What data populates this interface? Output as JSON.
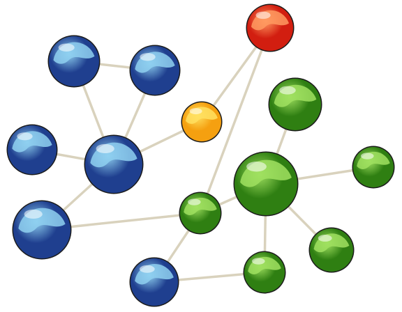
{
  "diagram": {
    "type": "network-graph",
    "colors": {
      "blue": "#1f3f8f",
      "blue_light": "#8fd0f0",
      "orange": "#f5a010",
      "orange_light": "#ffe060",
      "red": "#d21e10",
      "red_light": "#ff9a60",
      "green": "#2f7f12",
      "green_light": "#a0e060",
      "edge": "#d9d2bd",
      "background": "#ffffff"
    },
    "nodes": [
      {
        "id": "blue-top-left",
        "color": "blue",
        "role": "leaf"
      },
      {
        "id": "blue-top-right",
        "color": "blue",
        "role": "leaf"
      },
      {
        "id": "blue-mid-left",
        "color": "blue",
        "role": "leaf"
      },
      {
        "id": "blue-hub",
        "color": "blue",
        "role": "hub"
      },
      {
        "id": "blue-bottom-left",
        "color": "blue",
        "role": "leaf"
      },
      {
        "id": "blue-bottom",
        "color": "blue",
        "role": "leaf"
      },
      {
        "id": "orange-connector",
        "color": "orange",
        "role": "bridge"
      },
      {
        "id": "red-top",
        "color": "red",
        "role": "bridge"
      },
      {
        "id": "green-top",
        "color": "green",
        "role": "leaf"
      },
      {
        "id": "green-hub",
        "color": "green",
        "role": "hub"
      },
      {
        "id": "green-right",
        "color": "green",
        "role": "leaf"
      },
      {
        "id": "green-small-hub",
        "color": "green",
        "role": "hub"
      },
      {
        "id": "green-bottom-right",
        "color": "green",
        "role": "leaf"
      },
      {
        "id": "green-bottom",
        "color": "green",
        "role": "leaf"
      }
    ],
    "edges": [
      [
        "blue-top-left",
        "blue-top-right"
      ],
      [
        "blue-top-left",
        "blue-hub"
      ],
      [
        "blue-top-right",
        "blue-hub"
      ],
      [
        "blue-mid-left",
        "blue-hub"
      ],
      [
        "blue-hub",
        "blue-bottom-left"
      ],
      [
        "blue-hub",
        "orange-connector"
      ],
      [
        "orange-connector",
        "red-top"
      ],
      [
        "red-top",
        "green-small-hub"
      ],
      [
        "blue-bottom-left",
        "green-small-hub"
      ],
      [
        "green-small-hub",
        "green-hub"
      ],
      [
        "green-small-hub",
        "blue-bottom"
      ],
      [
        "green-top",
        "green-hub"
      ],
      [
        "green-hub",
        "green-right"
      ],
      [
        "green-hub",
        "green-bottom-right"
      ],
      [
        "green-hub",
        "green-bottom"
      ],
      [
        "blue-bottom",
        "green-bottom"
      ]
    ]
  }
}
